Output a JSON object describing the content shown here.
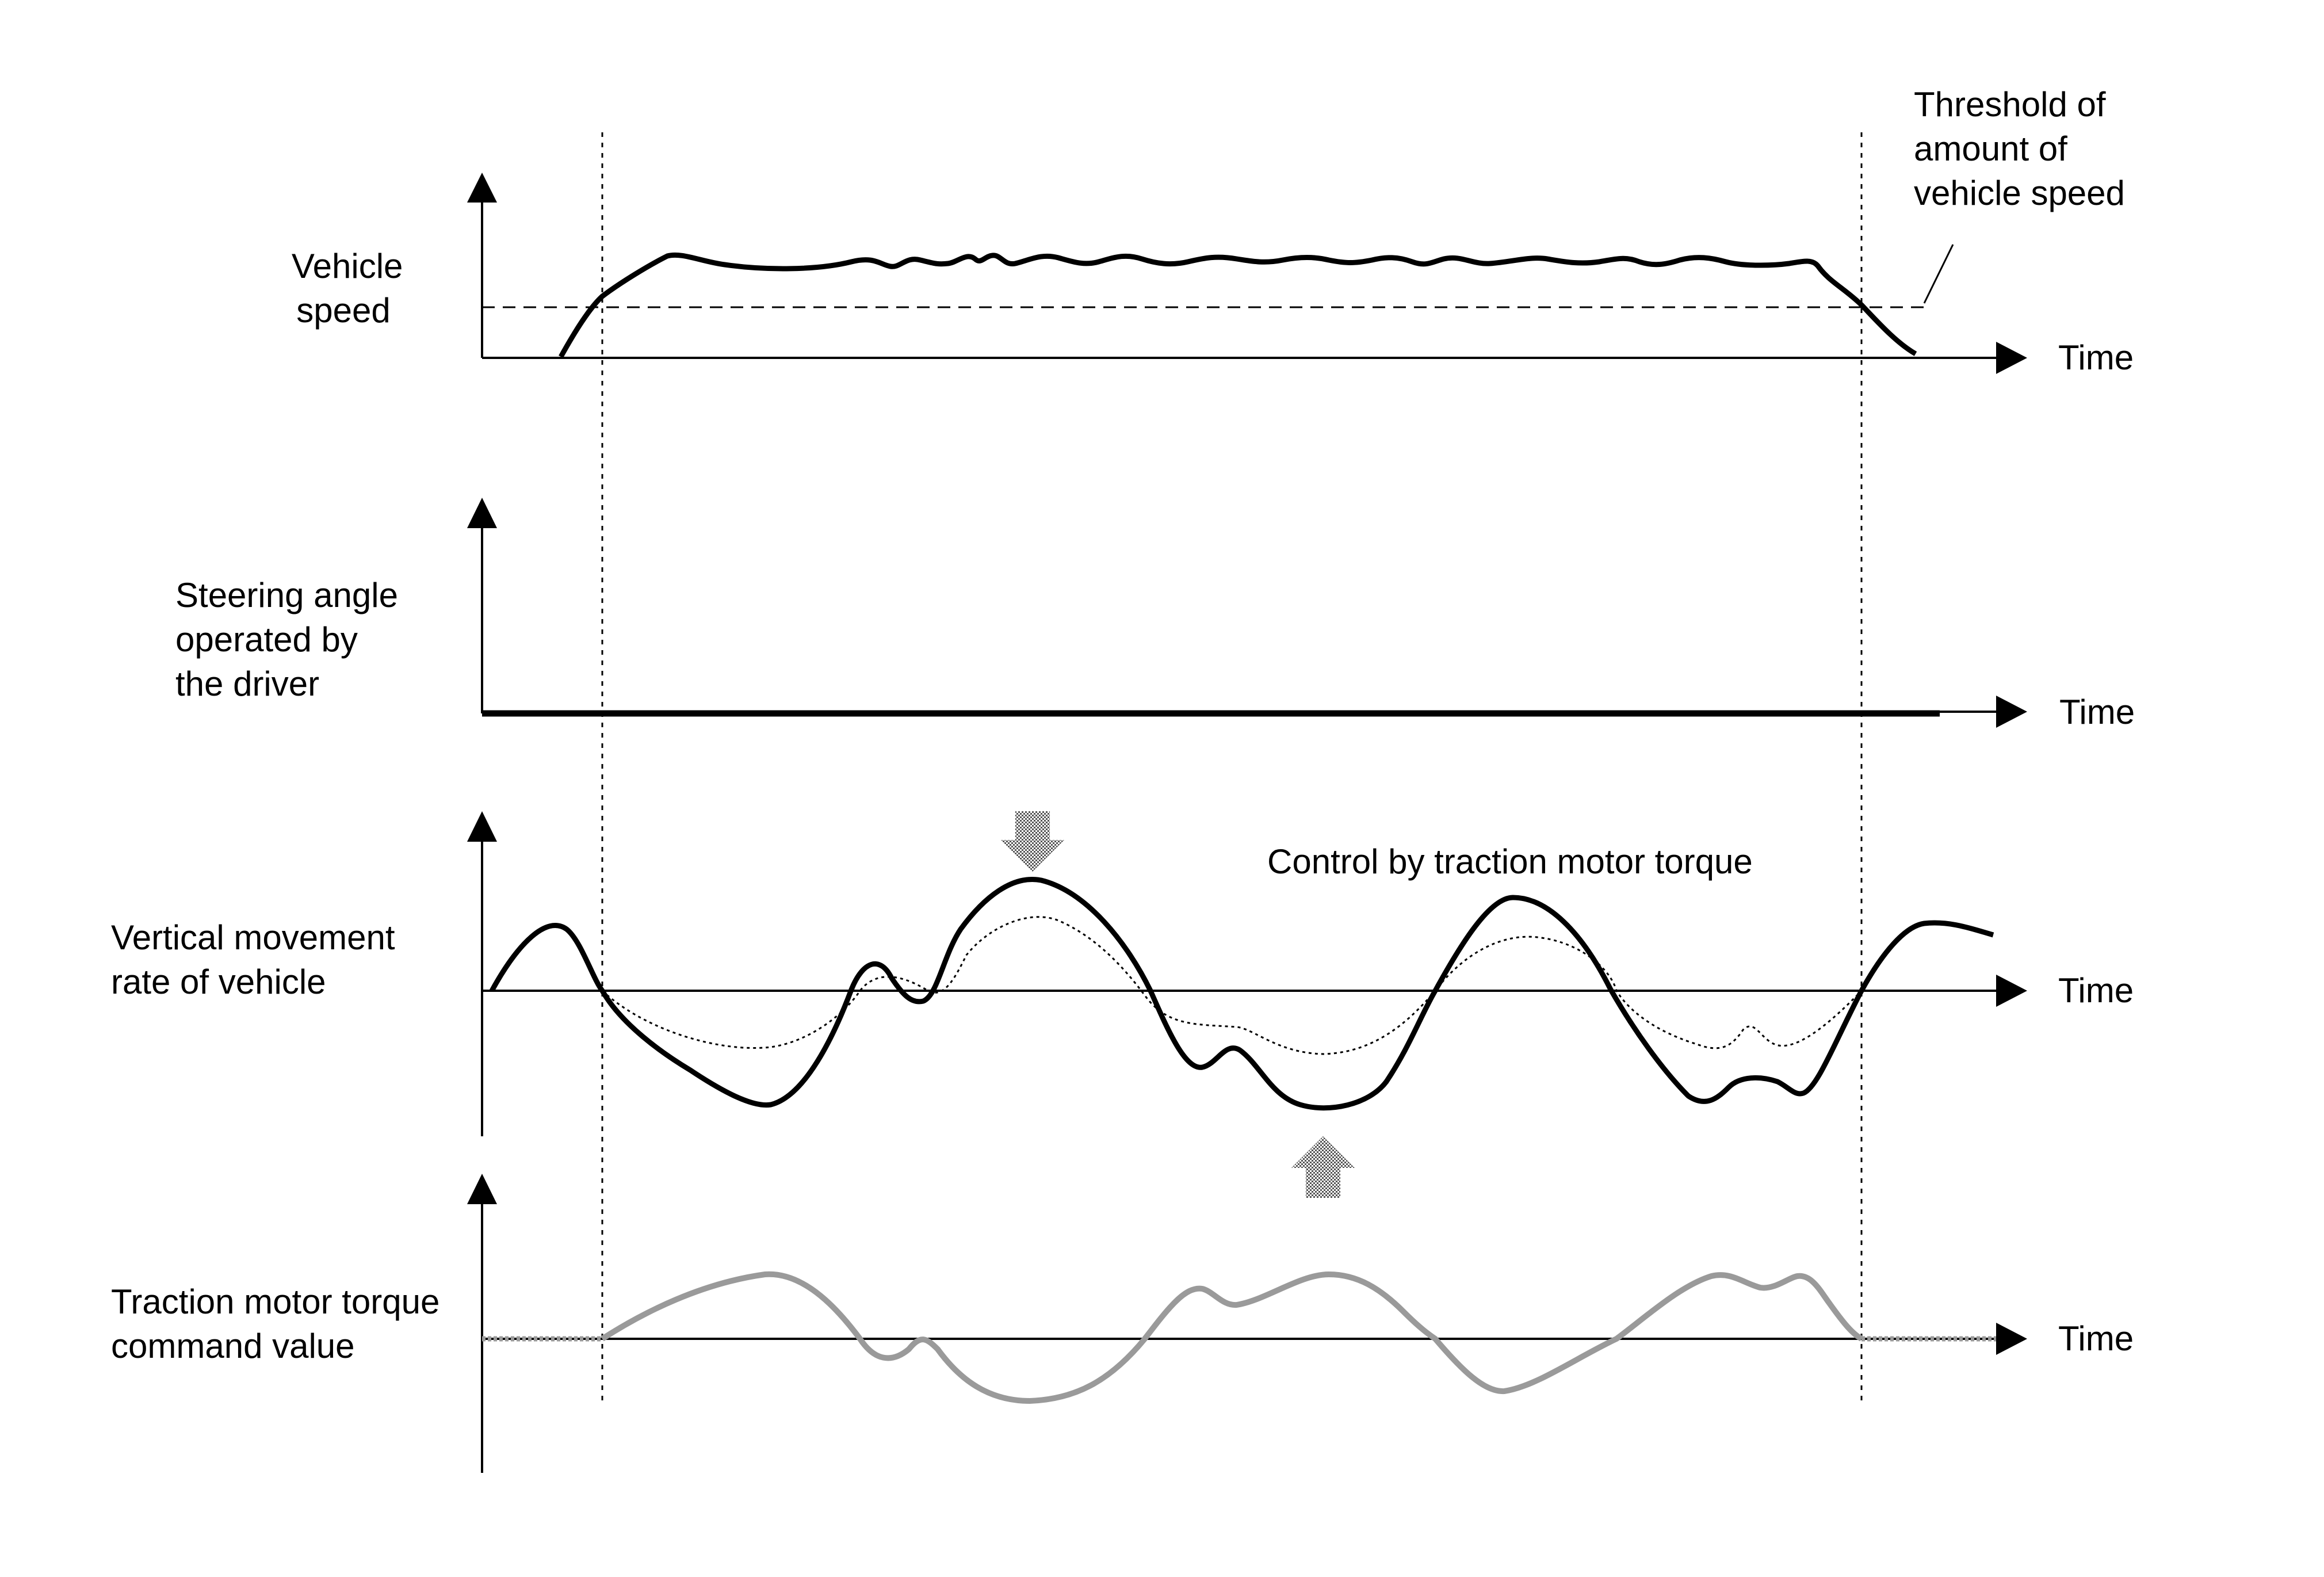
{
  "panels": {
    "speed": {
      "label_lines": [
        "Vehicle",
        "speed"
      ],
      "time_label": "Time",
      "threshold_label_lines": [
        "Threshold of",
        "amount of",
        "vehicle speed"
      ]
    },
    "steering": {
      "label_lines": [
        "Steering angle",
        "operated by",
        "the driver"
      ],
      "time_label": "Time"
    },
    "vertical": {
      "label_lines": [
        "Vertical movement",
        "rate of vehicle"
      ],
      "time_label": "Time",
      "annotation": "Control by traction motor torque"
    },
    "torque": {
      "label_lines": [
        "Traction motor torque",
        "command value"
      ],
      "time_label": "Time"
    }
  },
  "colors": {
    "line": "#000000",
    "arrow_fill": "#8c8c8c",
    "torque_line": "#9a9a9a"
  }
}
